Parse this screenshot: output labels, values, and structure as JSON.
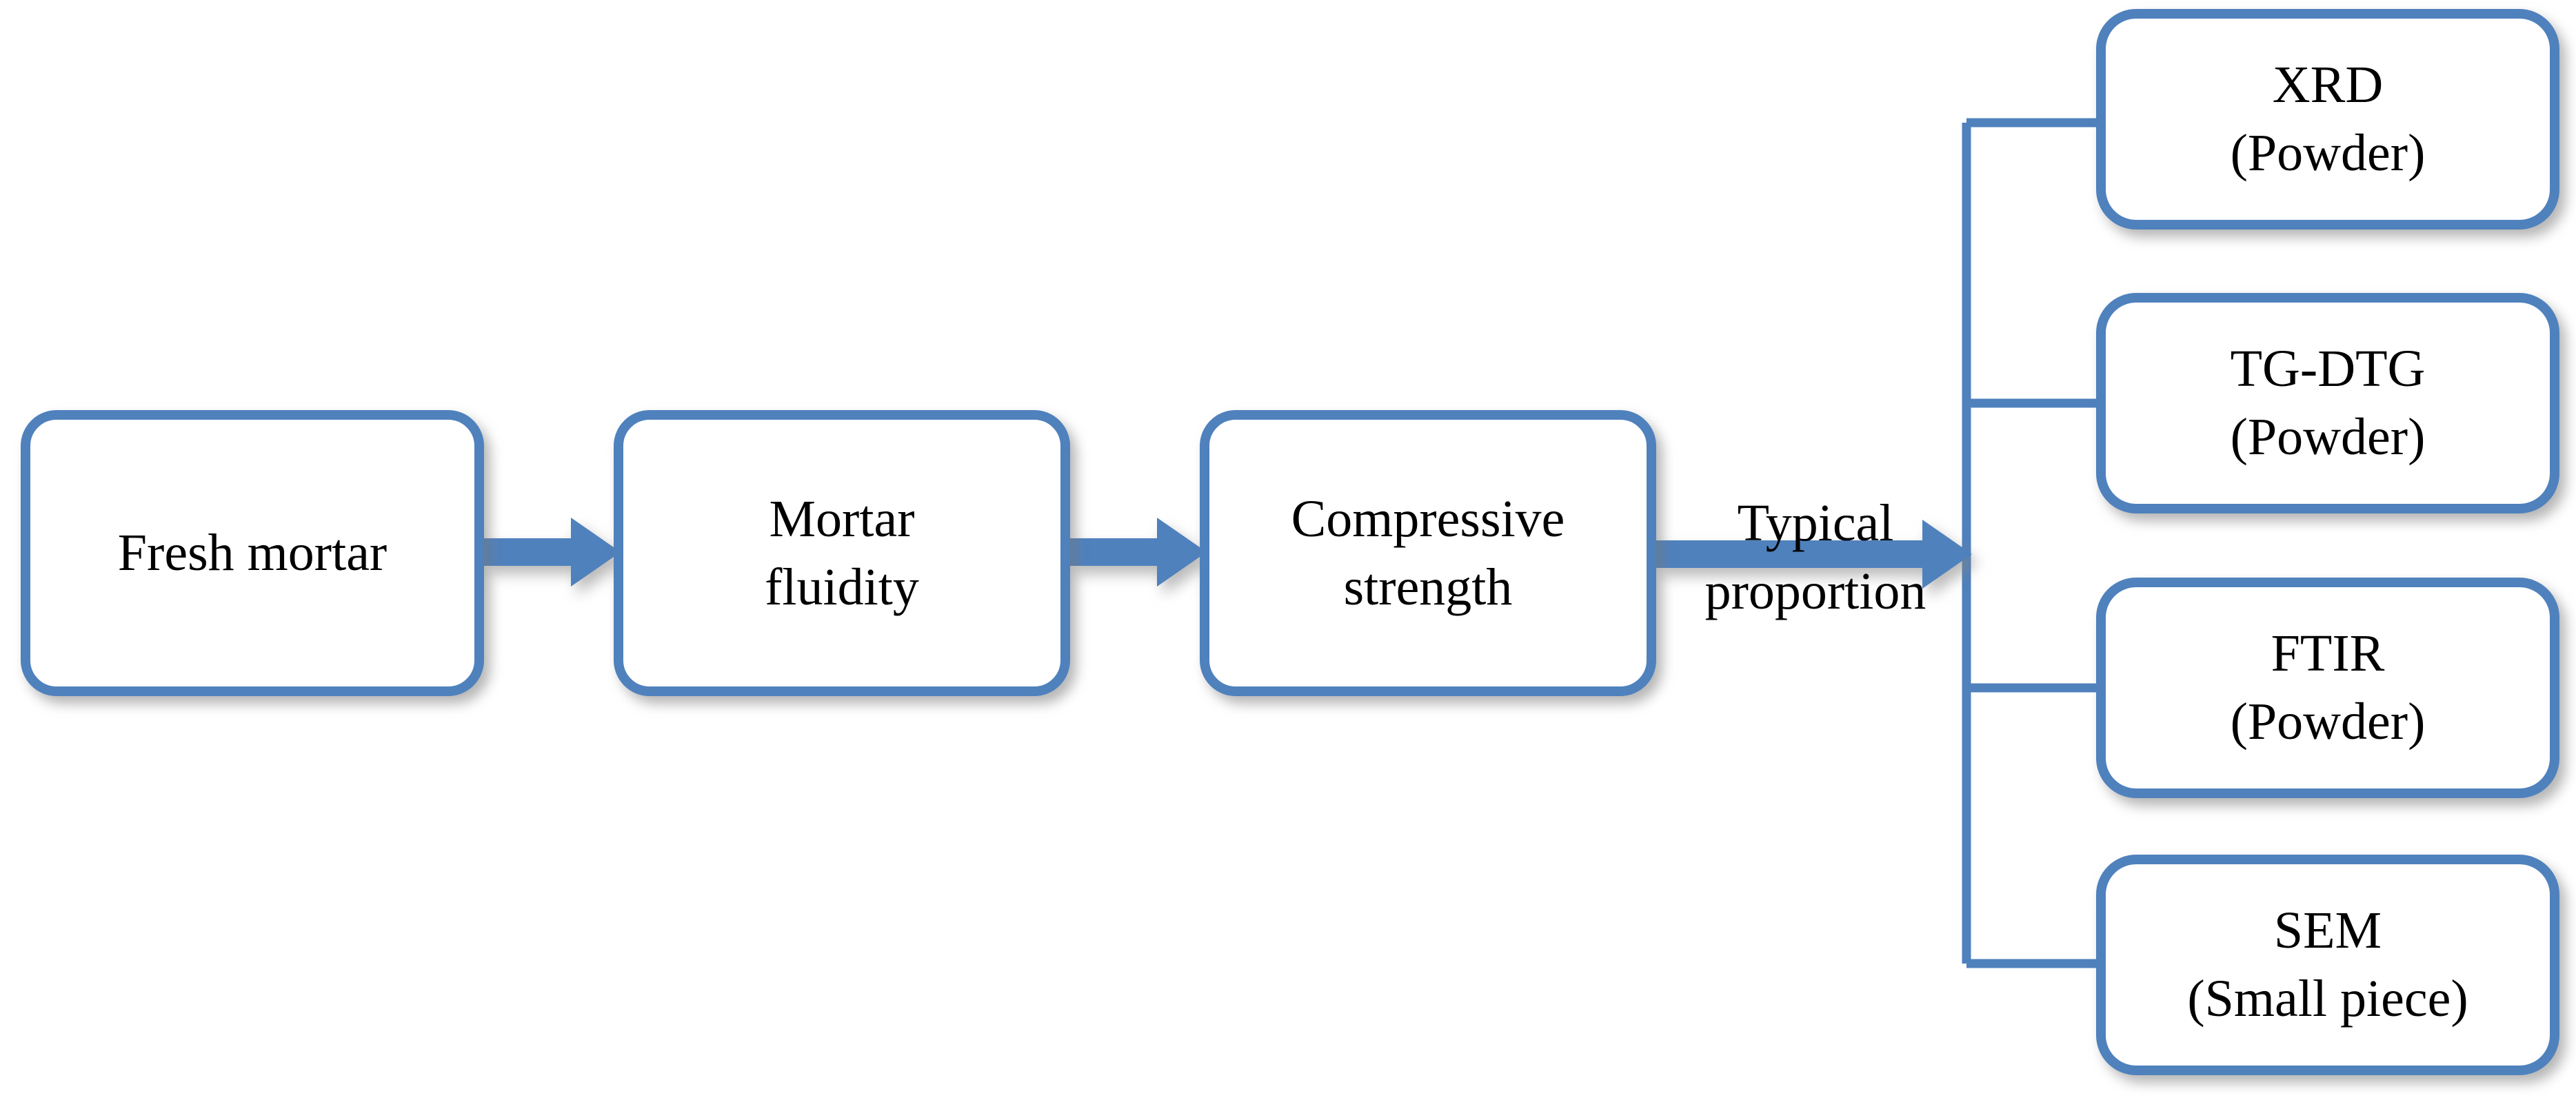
{
  "diagram": {
    "title": "Experimental program flowchart",
    "accent_color": "#4f81bd",
    "box_fill": "#ffffff",
    "text_color": "#000000",
    "background": "#ffffff"
  },
  "stages": [
    {
      "id": "fresh-mortar",
      "label": "Fresh mortar"
    },
    {
      "id": "mortar-fluidity",
      "label": "Mortar\nfluidity"
    },
    {
      "id": "compressive-strength",
      "label": "Compressive\nstrength"
    }
  ],
  "edge_labels": [
    {
      "id": "typical-proportion",
      "label": "Typical\nproportion"
    }
  ],
  "analyses": [
    {
      "id": "xrd",
      "label": "XRD\n(Powder)"
    },
    {
      "id": "tg-dtg",
      "label": "TG-DTG\n(Powder)"
    },
    {
      "id": "ftir",
      "label": "FTIR\n(Powder)"
    },
    {
      "id": "sem",
      "label": "SEM\n(Small piece)"
    }
  ],
  "connectors": {
    "arrow_1": {
      "from": "fresh-mortar",
      "to": "mortar-fluidity",
      "style": "block-arrow"
    },
    "arrow_2": {
      "from": "mortar-fluidity",
      "to": "compressive-strength",
      "style": "block-arrow"
    },
    "arrow_3": {
      "from": "compressive-strength",
      "to": "analysis-bracket",
      "style": "block-arrow",
      "label": "Typical\nproportion"
    },
    "bracket": {
      "from": "analysis-bracket",
      "to": [
        "xrd",
        "tg-dtg",
        "ftir",
        "sem"
      ],
      "style": "thin-line"
    }
  }
}
